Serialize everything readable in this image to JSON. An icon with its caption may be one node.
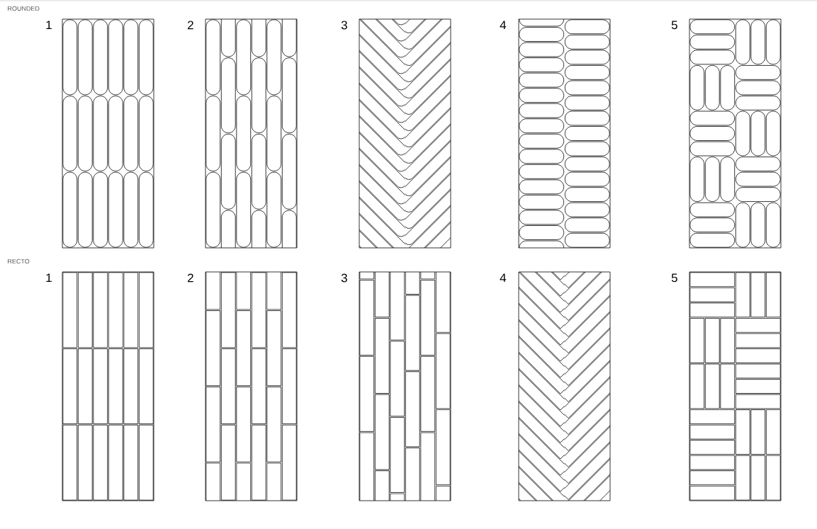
{
  "diagram": {
    "labels": [
      "ROUNDED",
      "1",
      "2",
      "3",
      "4",
      "5",
      "RECTO",
      "1",
      "2",
      "3",
      "4",
      "5"
    ]
  }
}
